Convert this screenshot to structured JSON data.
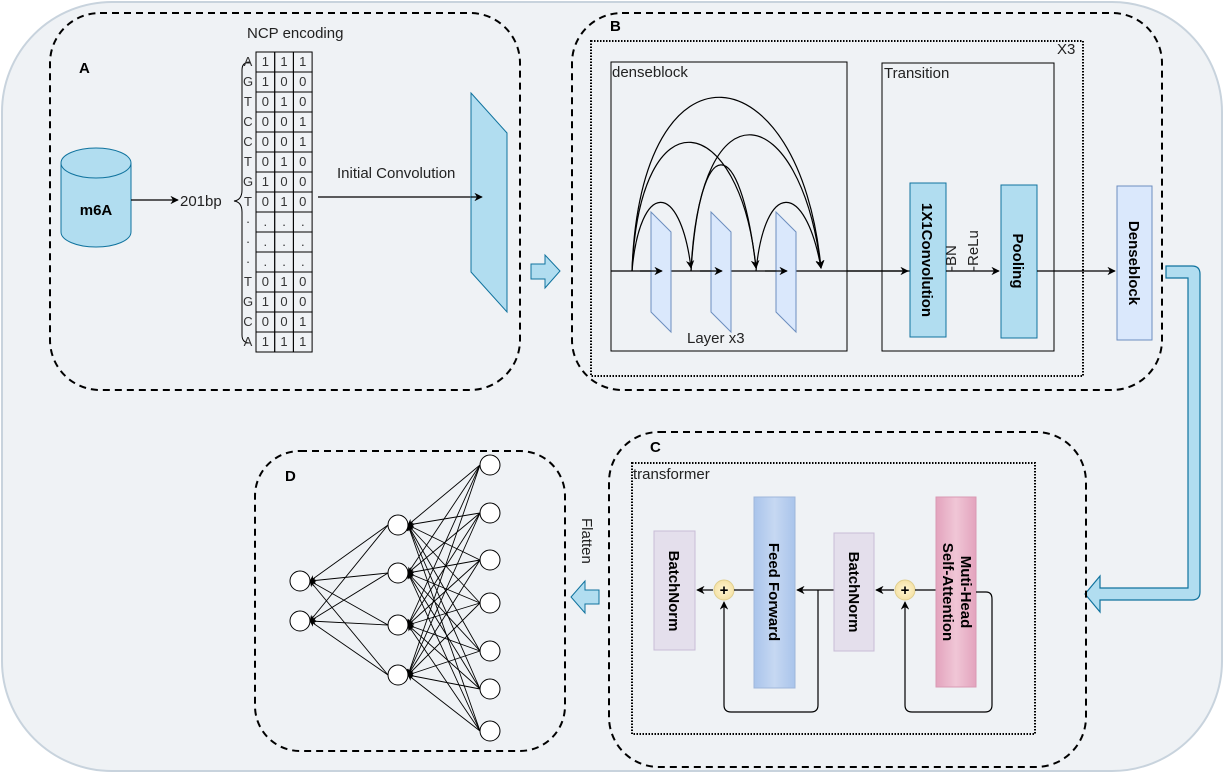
{
  "panels": {
    "A": {
      "letter": "A",
      "title": "NCP encoding",
      "database_label": "m6A",
      "length_label": "201bp",
      "step_label": "Initial Convolution",
      "sequence": [
        {
          "base": "A",
          "code": [
            "1",
            "1",
            "1"
          ]
        },
        {
          "base": "G",
          "code": [
            "1",
            "0",
            "0"
          ]
        },
        {
          "base": "T",
          "code": [
            "0",
            "1",
            "0"
          ]
        },
        {
          "base": "C",
          "code": [
            "0",
            "0",
            "1"
          ]
        },
        {
          "base": "C",
          "code": [
            "0",
            "0",
            "1"
          ]
        },
        {
          "base": "T",
          "code": [
            "0",
            "1",
            "0"
          ]
        },
        {
          "base": "G",
          "code": [
            "1",
            "0",
            "0"
          ]
        },
        {
          "base": "T",
          "code": [
            "0",
            "1",
            "0"
          ]
        },
        {
          "base": "·",
          "code": [
            ".",
            ".",
            "."
          ]
        },
        {
          "base": "·",
          "code": [
            ".",
            ".",
            "."
          ]
        },
        {
          "base": "·",
          "code": [
            ".",
            ".",
            "."
          ]
        },
        {
          "base": "T",
          "code": [
            "0",
            "1",
            "0"
          ]
        },
        {
          "base": "G",
          "code": [
            "1",
            "0",
            "0"
          ]
        },
        {
          "base": "C",
          "code": [
            "0",
            "0",
            "1"
          ]
        },
        {
          "base": "A",
          "code": [
            "1",
            "1",
            "1"
          ]
        }
      ]
    },
    "B": {
      "letter": "B",
      "repeat_label": "X3",
      "denseblock_title": "denseblock",
      "layer_label": "Layer x3",
      "transition_title": "Transition",
      "conv_label": "1X1Convolution",
      "bn_label": "-BN",
      "relu_label": "-ReLu",
      "pooling_label": "Pooling",
      "denseblock_box_label": "Denseblock"
    },
    "C": {
      "letter": "C",
      "title": "transformer",
      "batchnorm1_label": "BatchNorm",
      "feedforward_label": "Feed Forward",
      "batchnorm2_label": "BatchNorm",
      "attention_line1": "Muti-Head",
      "attention_line2": "Self-Attention",
      "add_symbol": "+"
    },
    "D": {
      "letter": "D",
      "flatten_label": "Flatten",
      "layers": [
        2,
        4,
        7
      ]
    }
  },
  "colors": {
    "background": "#eff2f5",
    "outer_border": "#c8d3dd",
    "conv_fill": "#b1ddf0",
    "conv_stroke": "#10739e",
    "layer_fill": "#dae8fc",
    "layer_stroke": "#6c8ebf",
    "batchnorm_fill": "#e1d5e7",
    "feedforward_fill": "#a9c4eb",
    "attention_fill": "#e6a6c0",
    "add_fill": "#fff2cc",
    "add_stroke": "#d6b656"
  }
}
